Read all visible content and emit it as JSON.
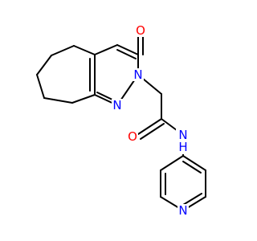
{
  "molecule": {
    "atoms": [
      {
        "id": "O1",
        "label": "O",
        "color": "#ff0000"
      },
      {
        "id": "N2",
        "label": "N",
        "color": "#0000ff"
      },
      {
        "id": "N3",
        "label": "N",
        "color": "#0000ff"
      },
      {
        "id": "O4",
        "label": "O",
        "color": "#ff0000"
      },
      {
        "id": "N5",
        "label": "N",
        "color": "#0000ff"
      },
      {
        "id": "H5",
        "label": "H",
        "color": "#0000ff"
      },
      {
        "id": "N6",
        "label": "N",
        "color": "#0000ff"
      }
    ]
  }
}
